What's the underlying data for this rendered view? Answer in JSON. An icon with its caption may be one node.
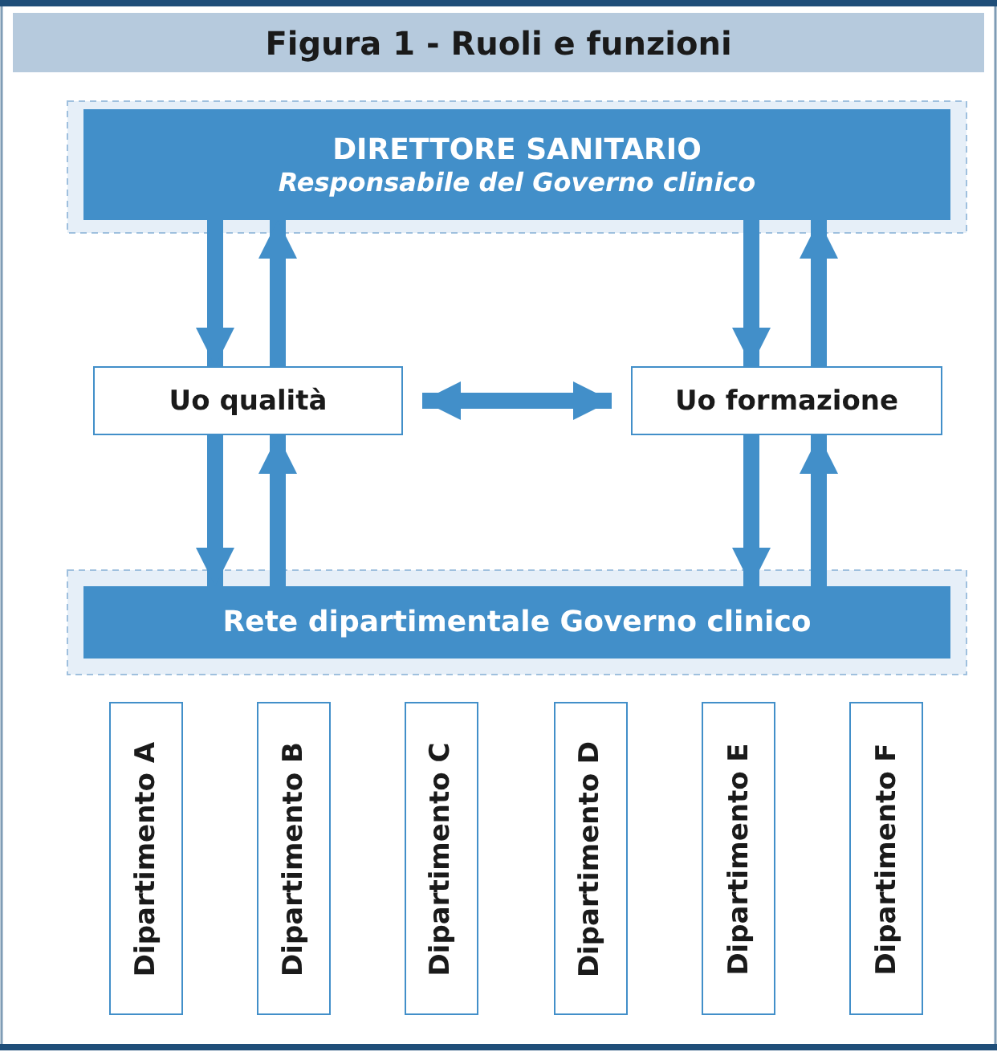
{
  "diagram": {
    "title": "Figura 1 - Ruoli e funzioni",
    "nodes": [
      {
        "text": [
          "DIRETTORE SANITARIO",
          "Responsabile del Governo clinico"
        ]
      },
      {
        "text": [
          "Uo qualità"
        ]
      },
      {
        "text": [
          "Uo formazione"
        ]
      },
      {
        "text": [
          "Rete dipartimentale Governo clinico"
        ]
      },
      {
        "text": [
          "Dipartimento A"
        ]
      },
      {
        "text": [
          "Dipartimento B"
        ]
      },
      {
        "text": [
          "Dipartimento C"
        ]
      },
      {
        "text": [
          "Dipartimento D"
        ]
      },
      {
        "text": [
          "Dipartimento E"
        ]
      },
      {
        "text": [
          "Dipartimento F"
        ]
      }
    ],
    "edges": [
      {
        "from": 0,
        "to": 1,
        "arrow": "to"
      },
      {
        "from": 1,
        "to": 0,
        "arrow": "to"
      },
      {
        "from": 0,
        "to": 2,
        "arrow": "to"
      },
      {
        "from": 2,
        "to": 0,
        "arrow": "to"
      },
      {
        "from": 1,
        "to": 2,
        "arrow": "both"
      },
      {
        "from": 1,
        "to": 3,
        "arrow": "to"
      },
      {
        "from": 3,
        "to": 1,
        "arrow": "to"
      },
      {
        "from": 2,
        "to": 3,
        "arrow": "to"
      },
      {
        "from": 3,
        "to": 2,
        "arrow": "to"
      }
    ]
  }
}
